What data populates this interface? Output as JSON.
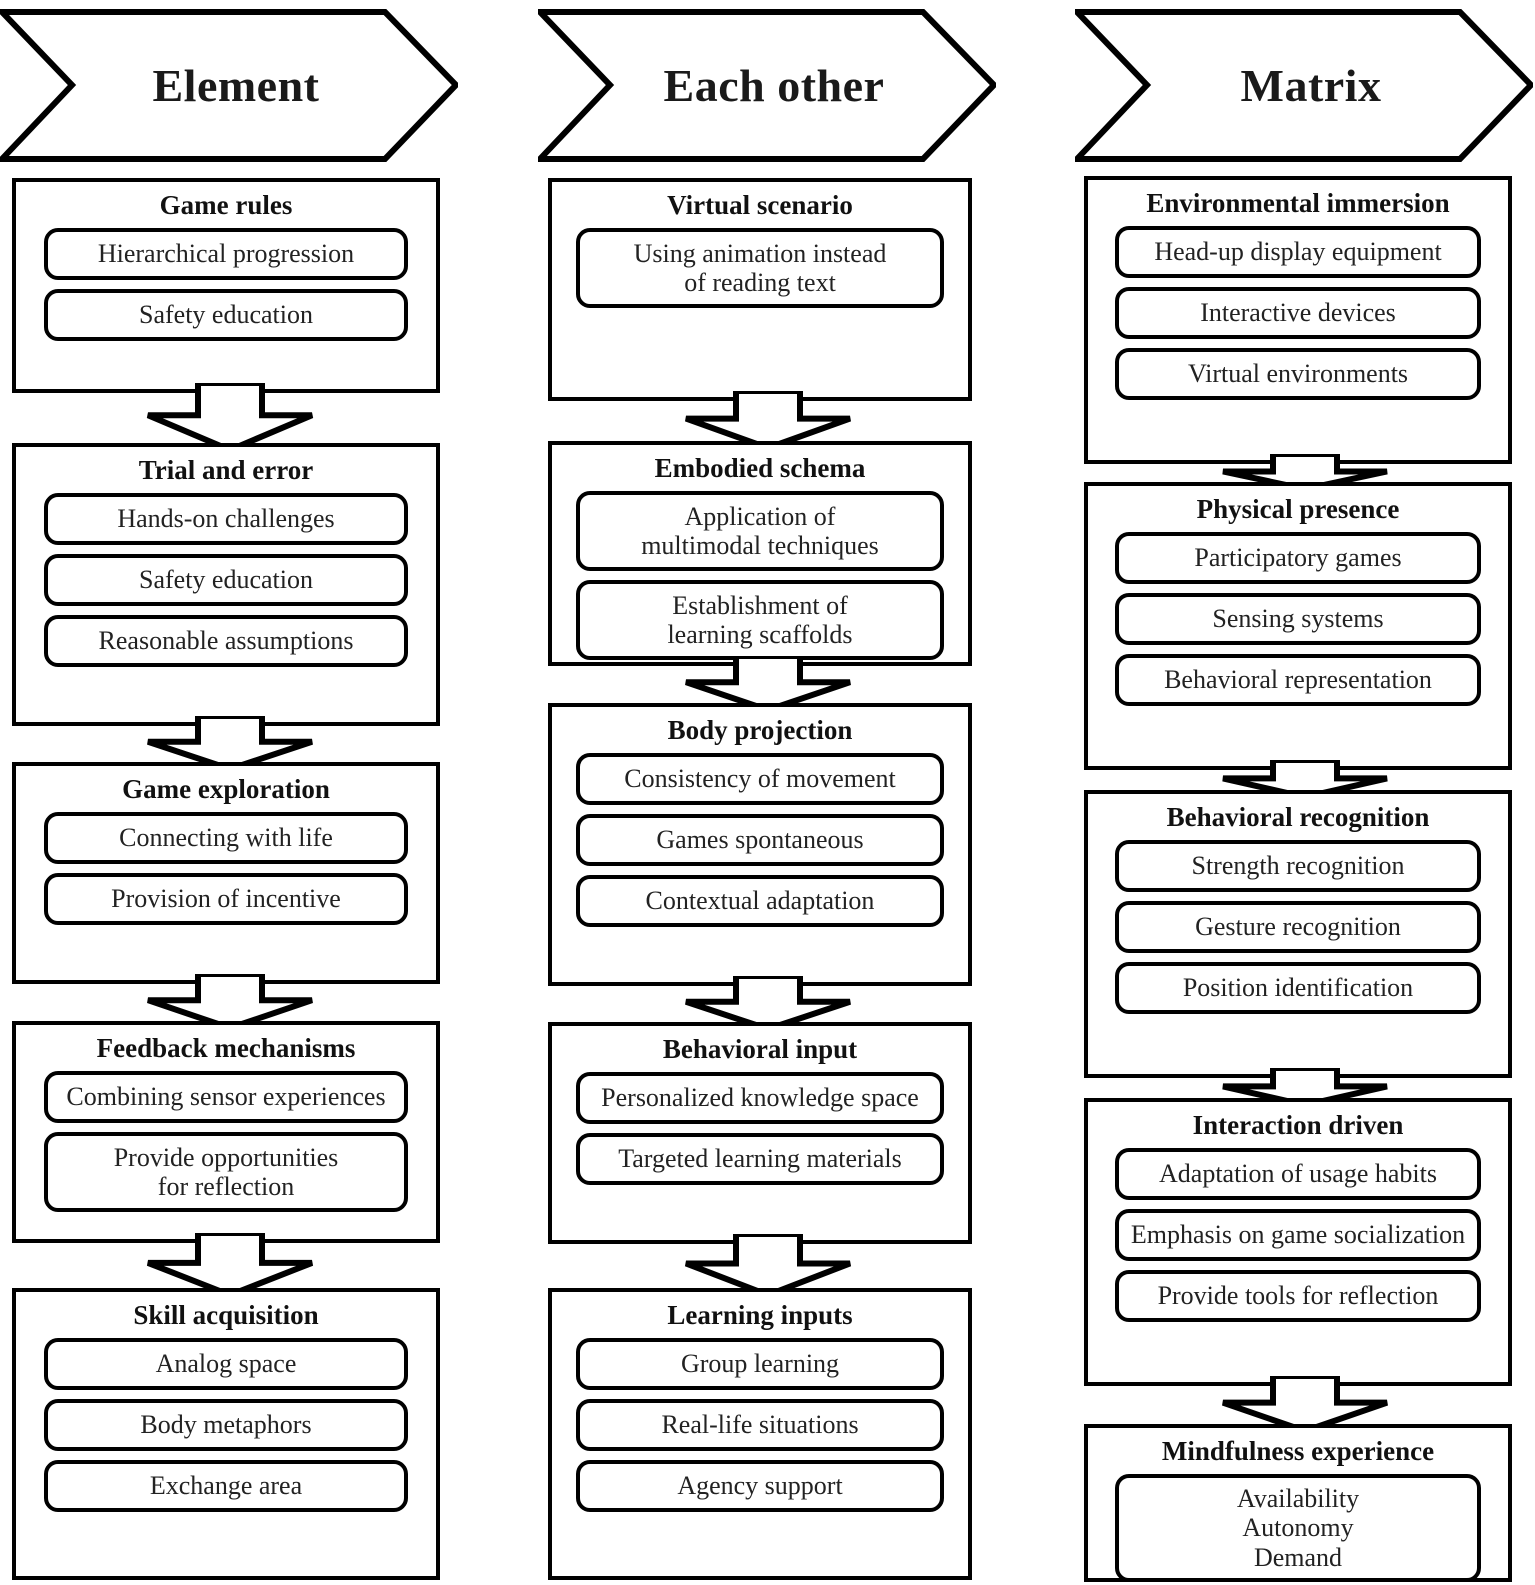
{
  "diagram": {
    "title_style": "three-column flow diagram",
    "columns": [
      {
        "header": "Element",
        "stages": [
          {
            "title": "Game rules",
            "items": [
              "Hierarchical progression",
              "Safety education"
            ]
          },
          {
            "title": "Trial and error",
            "items": [
              "Hands-on challenges",
              "Safety education",
              "Reasonable assumptions"
            ]
          },
          {
            "title": "Game exploration",
            "items": [
              "Connecting with life",
              "Provision of incentive"
            ]
          },
          {
            "title": "Feedback mechanisms",
            "items": [
              "Combining sensor experiences",
              "Provide opportunities\nfor reflection"
            ]
          },
          {
            "title": "Skill acquisition",
            "items": [
              "Analog space",
              "Body metaphors",
              "Exchange area"
            ]
          }
        ]
      },
      {
        "header": "Each other",
        "stages": [
          {
            "title": "Virtual scenario",
            "items": [
              "Using animation instead\nof reading text"
            ]
          },
          {
            "title": "Embodied schema",
            "items": [
              "Application of\nmultimodal techniques",
              "Establishment of\nlearning scaffolds"
            ]
          },
          {
            "title": "Body projection",
            "items": [
              "Consistency of  movement",
              "Games spontaneous",
              "Contextual adaptation"
            ]
          },
          {
            "title": "Behavioral input",
            "items": [
              "Personalized knowledge space",
              "Targeted learning materials"
            ]
          },
          {
            "title": "Learning inputs",
            "items": [
              "Group learning",
              "Real-life situations",
              "Agency support"
            ]
          }
        ]
      },
      {
        "header": "Matrix",
        "stages": [
          {
            "title": "Environmental immersion",
            "items": [
              "Head-up display equipment",
              "Interactive devices",
              "Virtual environments"
            ]
          },
          {
            "title": "Physical presence",
            "items": [
              "Participatory games",
              "Sensing systems",
              "Behavioral representation"
            ]
          },
          {
            "title": "Behavioral recognition",
            "items": [
              "Strength recognition",
              "Gesture recognition",
              "Position identification"
            ]
          },
          {
            "title": "Interaction driven",
            "items": [
              "Adaptation of usage habits",
              "Emphasis on game socialization",
              "Provide tools for reflection"
            ]
          },
          {
            "title": "Mindfulness experience",
            "items": [
              "Availability\nAutonomy\nDemand"
            ]
          }
        ]
      }
    ]
  },
  "colors": {
    "stroke": "#000000",
    "background": "#ffffff",
    "title_text": "#111111",
    "item_text": "#222222"
  }
}
